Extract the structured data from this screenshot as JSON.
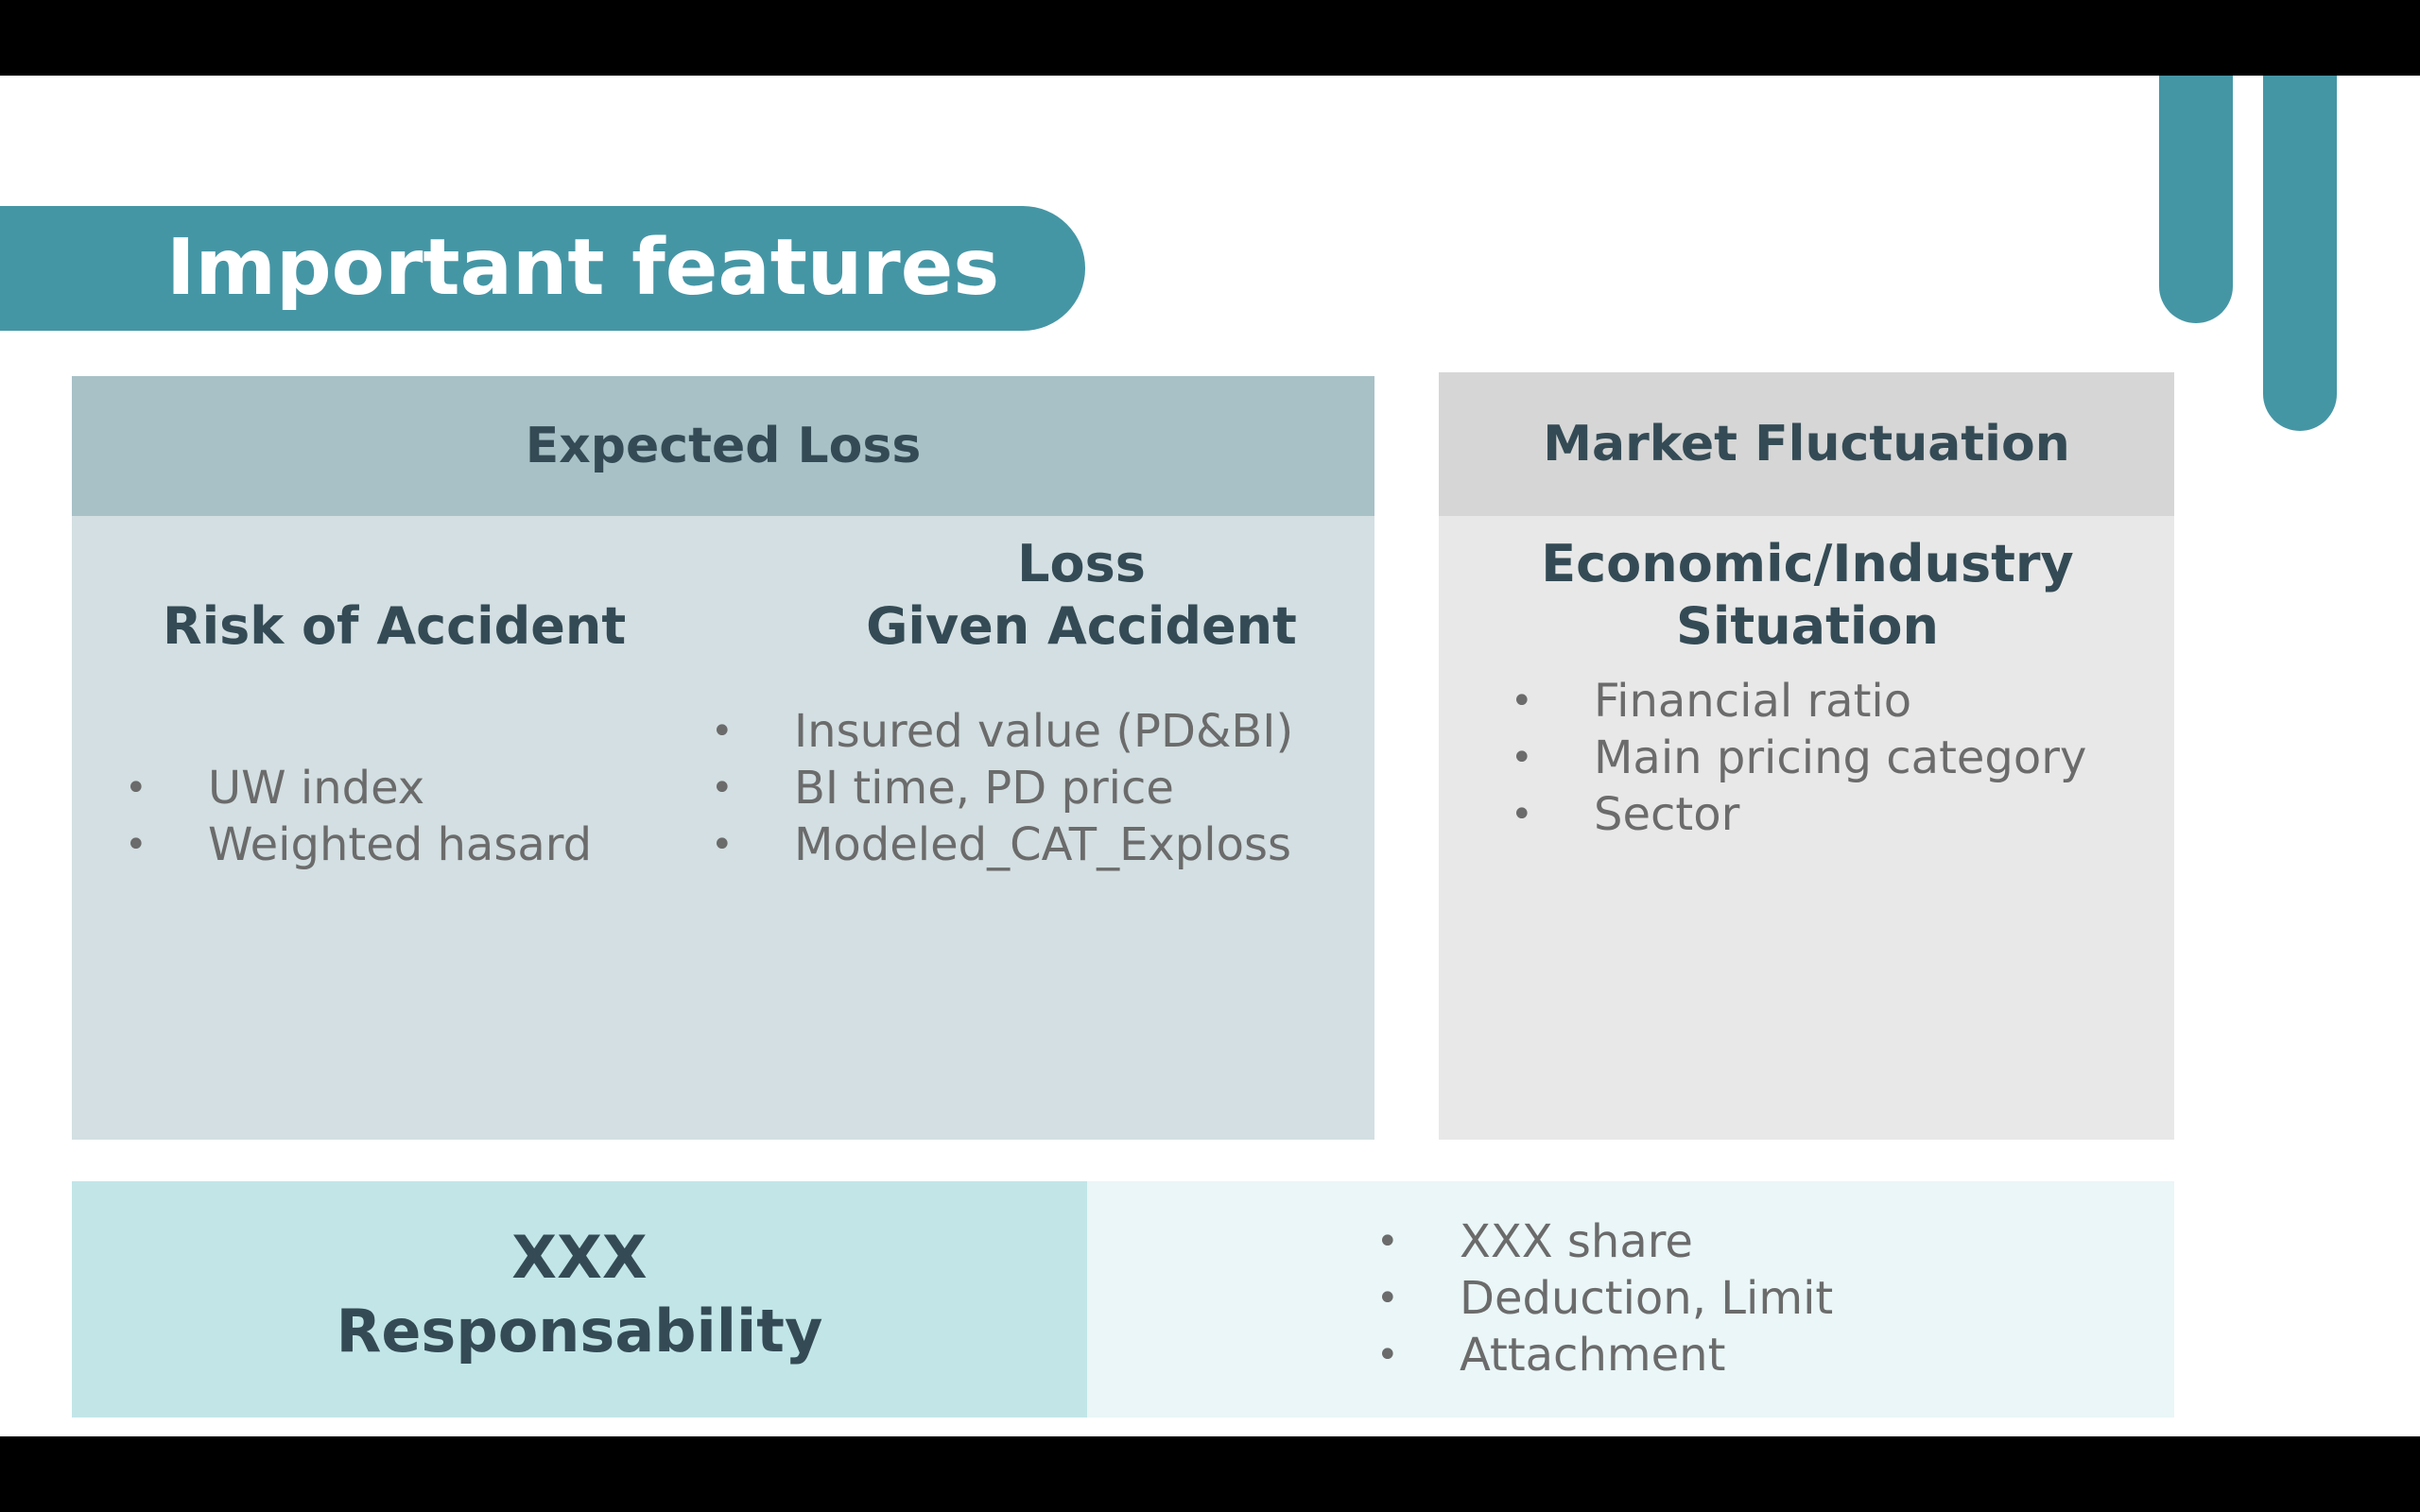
{
  "title": "Important features",
  "colors": {
    "accent": "#4596a5",
    "heading_text": "#344b55",
    "body_text": "#6b6b6b",
    "expected_loss_header": "#a7c1c7",
    "expected_loss_body": "#d3dfe2",
    "market_header": "#d6d6d6",
    "market_body": "#e8e8e8",
    "responsability_left": "#c2e6e8",
    "responsability_right": "#eaf6f7"
  },
  "expected_loss": {
    "header": "Expected Loss",
    "risk_of_accident": {
      "heading": "Risk of Accident",
      "items": [
        "UW index",
        "Weighted hasard"
      ]
    },
    "loss_given_accident": {
      "heading_line1": "Loss",
      "heading_line2": "Given Accident",
      "items": [
        "Insured value (PD&BI)",
        "BI time, PD price",
        "Modeled_CAT_Exploss"
      ]
    }
  },
  "market_fluctuation": {
    "header": "Market Fluctuation",
    "heading_line1": "Economic/Industry",
    "heading_line2": "Situation",
    "items": [
      "Financial ratio",
      "Main pricing category",
      "Sector"
    ]
  },
  "responsability": {
    "title_line1": "XXX",
    "title_line2": "Responsability",
    "items": [
      "XXX share",
      "Deduction, Limit",
      "Attachment"
    ]
  }
}
